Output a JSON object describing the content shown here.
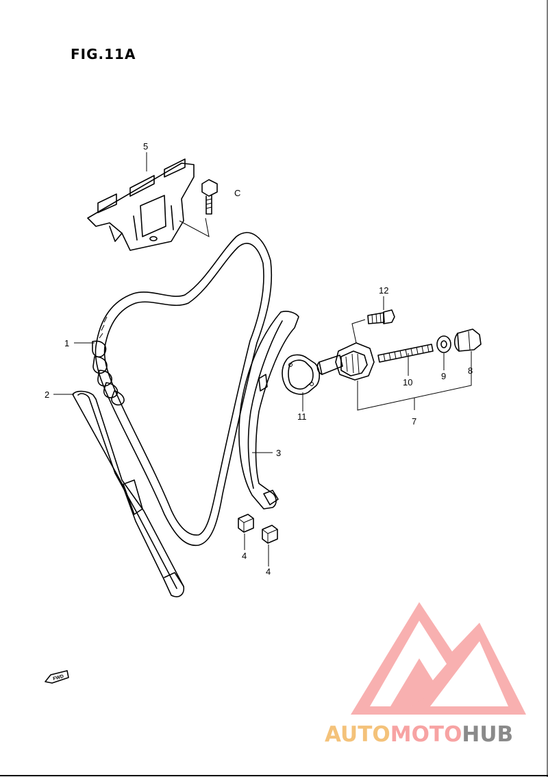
{
  "figure": {
    "title": "FIG.11A",
    "fwd_label": "FWD",
    "small_mark": "C"
  },
  "callouts": [
    {
      "id": "1",
      "label": "1"
    },
    {
      "id": "2",
      "label": "2"
    },
    {
      "id": "3",
      "label": "3"
    },
    {
      "id": "4a",
      "label": "4"
    },
    {
      "id": "4b",
      "label": "4"
    },
    {
      "id": "5",
      "label": "5"
    },
    {
      "id": "7",
      "label": "7"
    },
    {
      "id": "8",
      "label": "8"
    },
    {
      "id": "9",
      "label": "9"
    },
    {
      "id": "10",
      "label": "10"
    },
    {
      "id": "11",
      "label": "11"
    },
    {
      "id": "12",
      "label": "12"
    }
  ],
  "watermark": {
    "part1": "AUTO",
    "part2": "MOTO",
    "part3": "HUB",
    "colors": {
      "auto": "#f4c27a",
      "moto": "#f7a3a3",
      "hub": "#8a8a8a",
      "logo": "#f7a3a3"
    }
  }
}
